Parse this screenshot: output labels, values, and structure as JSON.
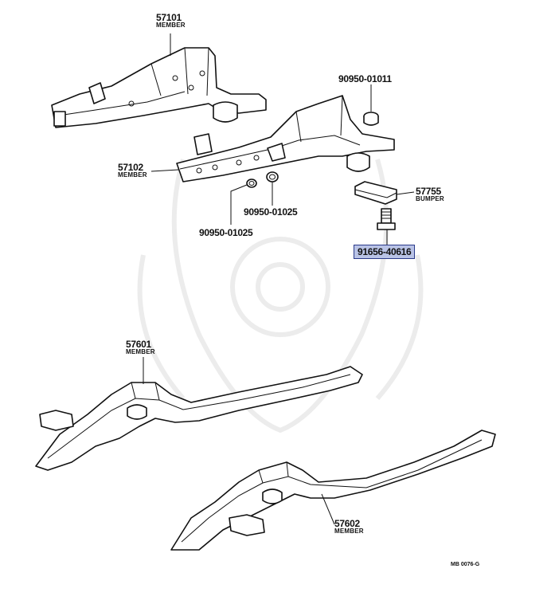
{
  "parts": [
    {
      "id": "57101",
      "number": "57101",
      "name": "MEMBER"
    },
    {
      "id": "57102",
      "number": "57102",
      "name": "MEMBER"
    },
    {
      "id": "90950-01011",
      "number": "90950-01011",
      "name": ""
    },
    {
      "id": "57755",
      "number": "57755",
      "name": "BUMPER"
    },
    {
      "id": "90950-01025a",
      "number": "90950-01025",
      "name": ""
    },
    {
      "id": "90950-01025b",
      "number": "90950-01025",
      "name": ""
    },
    {
      "id": "91656-40616",
      "number": "91656-40616",
      "name": "",
      "highlighted": true
    },
    {
      "id": "57601",
      "number": "57601",
      "name": "MEMBER"
    },
    {
      "id": "57602",
      "number": "57602",
      "name": "MEMBER"
    }
  ],
  "diagram_code": "MB 0076-G",
  "colors": {
    "highlight": "#b9c3e6",
    "highlight_border": "#2a3a8a",
    "line": "#111111",
    "watermark": "#ececec"
  }
}
